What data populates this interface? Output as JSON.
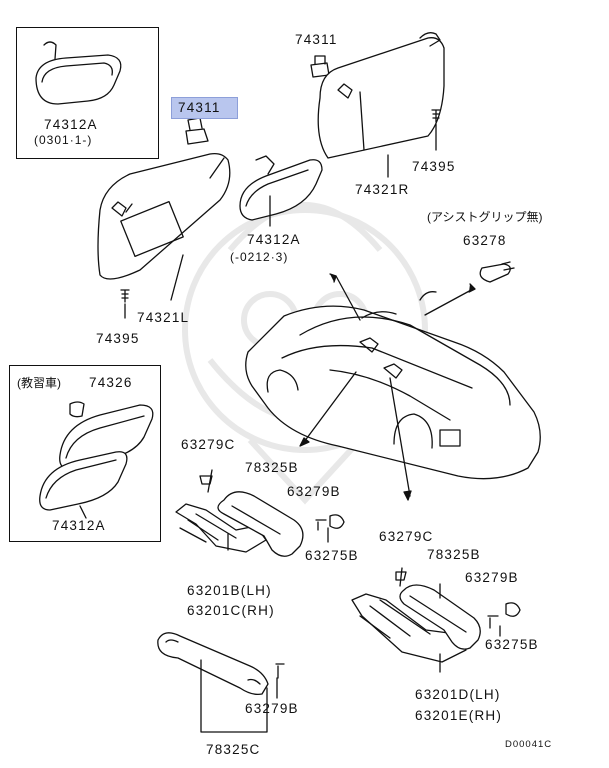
{
  "parts": {
    "p74312A_top": "74312A",
    "date_top": "(0301·1-)",
    "p74311_highlight": "74311",
    "p74311_right": "74311",
    "p74395_right": "74395",
    "p74321R": "74321R",
    "p74312A_mid": "74312A",
    "date_mid": "(-0212·3)",
    "note_no_grip": "(アシストグリップ無)",
    "p63278": "63278",
    "p74321L": "74321L",
    "p74395_left": "74395",
    "note_school": "(教習車)",
    "p74326": "74326",
    "p74312A_low": "74312A",
    "p63279C_left": "63279C",
    "p78325B_left": "78325B",
    "p63279B_left": "63279B",
    "p63275B_left": "63275B",
    "p63201B": "63201B(LH)",
    "p63201C": "63201C(RH)",
    "p63279C_right": "63279C",
    "p78325B_right": "78325B",
    "p63279B_right": "63279B",
    "p63275B_right": "63275B",
    "p63201D": "63201D(LH)",
    "p63201E": "63201E(RH)",
    "p63279B_bottom": "63279B",
    "p78325C": "78325C",
    "diagram_code": "D00041C"
  },
  "colors": {
    "highlight": "#b9c6ee",
    "line": "#111111",
    "watermark": "#e6e6e6"
  }
}
